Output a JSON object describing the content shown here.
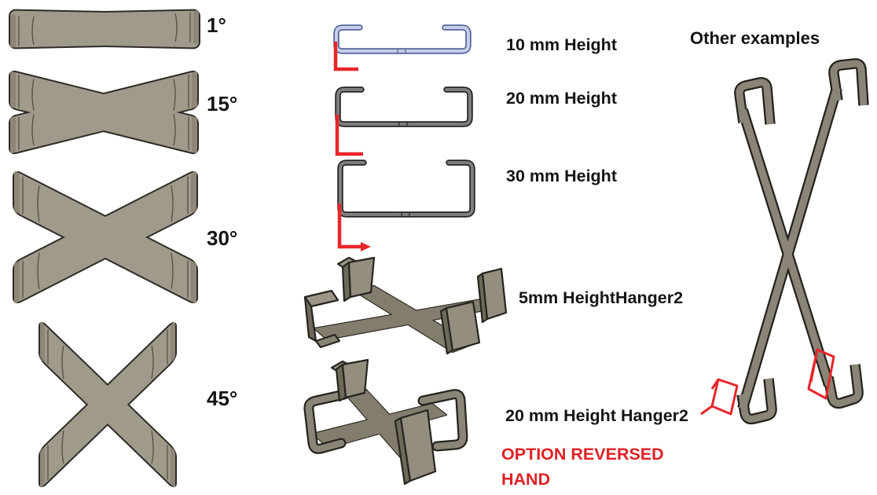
{
  "canvas": {
    "background": "#ffffff"
  },
  "colors": {
    "part_tan_fill": "#a09a8a",
    "part_tan_edge": "#8e8777",
    "outline_dark": "#2e2c28",
    "clip_blue_outer": "#54659b",
    "clip_blue_inner": "#c5cfe6",
    "clip_dark_outer": "#242424",
    "clip_dark_inner": "#7e7e7e",
    "hanger_olive_fill": "#837d6d",
    "hanger_olive_light": "#948e7e",
    "hanger_olive_edge": "#6e6959",
    "annotation_red": "#e8252a",
    "text_red": "#e02126",
    "text_black": "#141414"
  },
  "left_column": {
    "parts": [
      {
        "label": "1°",
        "angle_deg": 1
      },
      {
        "label": "15°",
        "angle_deg": 15
      },
      {
        "label": "30°",
        "angle_deg": 30
      },
      {
        "label": "45°",
        "angle_deg": 45
      }
    ]
  },
  "middle_column": {
    "clips": [
      {
        "label": "10 mm Height",
        "height_mm": 10,
        "wire_color": "blue"
      },
      {
        "label": "20 mm Height",
        "height_mm": 20,
        "wire_color": "dark"
      },
      {
        "label": "30 mm Height",
        "height_mm": 30,
        "wire_color": "dark"
      }
    ],
    "hangers": [
      {
        "label": "5mm HeightHanger2"
      },
      {
        "label": "20 mm Height Hanger2"
      }
    ],
    "note_line1": "OPTION REVERSED",
    "note_line2": "HAND"
  },
  "right_column": {
    "title": "Other examples"
  }
}
